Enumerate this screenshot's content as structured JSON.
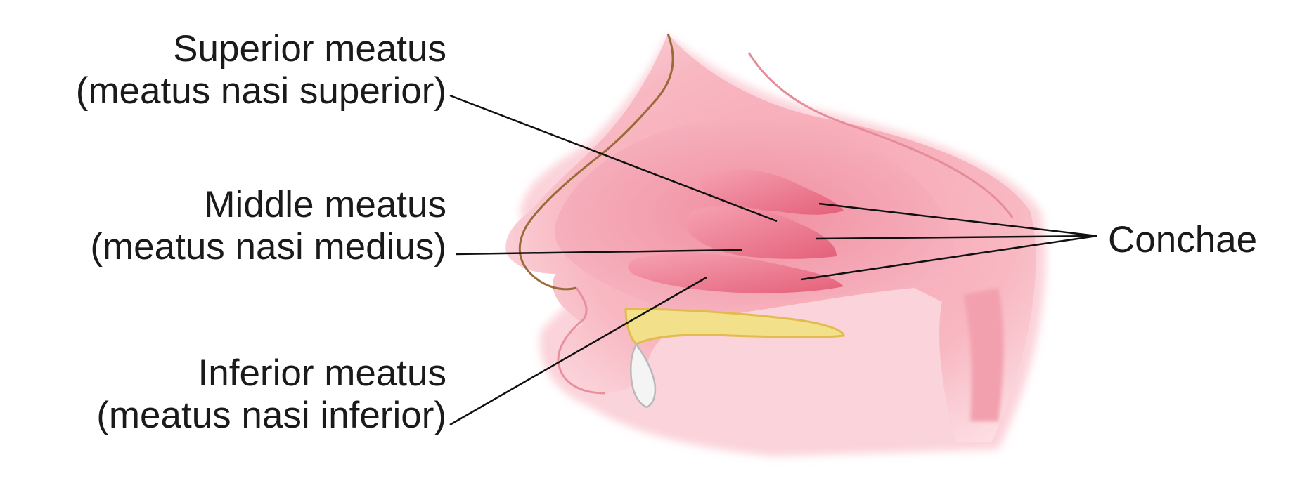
{
  "labels": {
    "superior_meatus": {
      "name": "Superior meatus",
      "latin": "(meatus nasi superior)"
    },
    "middle_meatus": {
      "name": "Middle meatus",
      "latin": "(meatus nasi medius)"
    },
    "inferior_meatus": {
      "name": "Inferior meatus",
      "latin": "(meatus nasi inferior)"
    },
    "conchae": "Conchae"
  },
  "colors": {
    "tissue": "#f7b2bd",
    "tissue_dark": "#ec7f92",
    "tissue_deep": "#e25a73",
    "skin_outline": "#9a6a3a",
    "bone_palate": "#f3e08a",
    "tooth": "#f4f4f4",
    "leader_line": "#111111"
  }
}
